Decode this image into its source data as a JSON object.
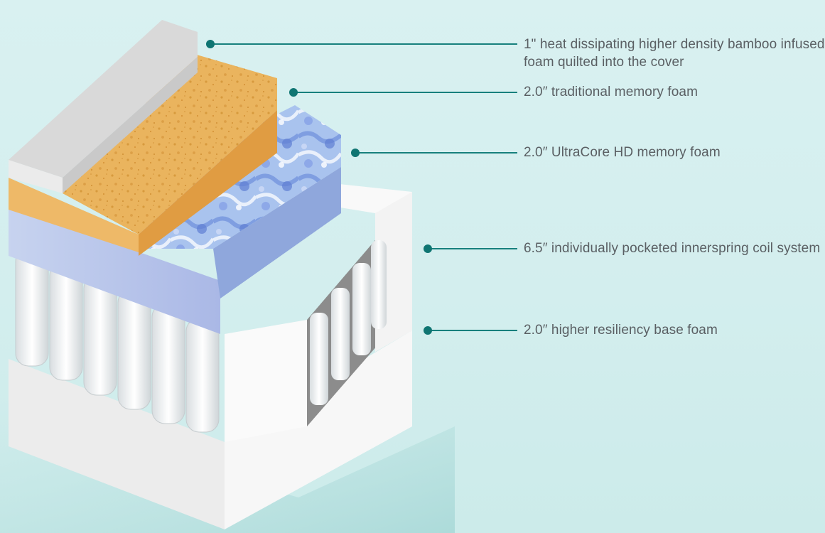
{
  "colors": {
    "background": "#d6efef",
    "callout_line": "#17807d",
    "callout_dot": "#0f7572",
    "label_text": "#5a5f63",
    "cover_layer": "#dcdcdc",
    "memory_foam_layer": "#eab45e",
    "ultracore_layer": "#9cb8ea",
    "base_foam": "#f2f2f2"
  },
  "callouts": [
    {
      "line1": "1\" heat dissipating higher density bamboo infused",
      "line2": "foam quilted into the cover"
    },
    {
      "line1": "2.0″ traditional memory foam"
    },
    {
      "line1": "2.0″ UltraCore HD memory foam"
    },
    {
      "line1": "6.5″ individually pocketed innerspring coil system"
    },
    {
      "line1": "2.0″ higher resiliency base foam"
    }
  ]
}
